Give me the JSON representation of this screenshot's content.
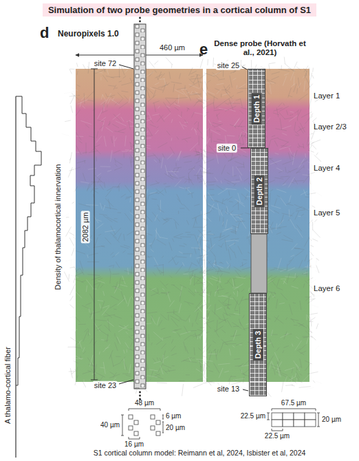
{
  "diagram": {
    "title": "Simulation of two probe geometries in a cortical column of S1",
    "caption": "S1 cortical column model: Reimann et al, 2024, Isbister et al, 2024",
    "nodes": [
      {
        "text": [
          "Depth 1"
        ]
      },
      {
        "text": [
          "Depth 2"
        ]
      },
      {
        "text": [
          "Depth 3"
        ]
      }
    ],
    "labels": [
      "d",
      "Neuropixels 1.0",
      "460 µm",
      "site 72",
      "2082 µm",
      "site 23",
      "e",
      "Dense probe (Horvath et al., 2021)",
      "site 25",
      "site 0",
      "site 13",
      "Layer 1",
      "Layer 2/3",
      "Layer 4",
      "Layer 5",
      "Layer 6",
      "Density of thalamocortical innervation",
      "A thalamo-cortical fiber",
      "48 µm",
      "6 µm",
      "40 µm",
      "20 µm",
      "16 µm",
      "67.5 µm",
      "22.5 µm",
      "20 µm",
      "22.5 µm"
    ]
  }
}
